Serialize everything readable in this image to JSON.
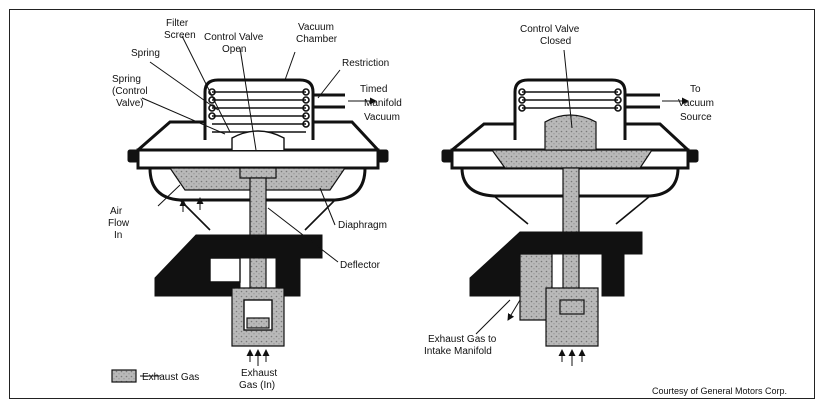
{
  "labels": {
    "filter_screen_1": "Filter",
    "filter_screen_2": "Screen",
    "control_valve_open_1": "Control Valve",
    "control_valve_open_2": "Open",
    "vacuum_chamber_1": "Vacuum",
    "vacuum_chamber_2": "Chamber",
    "spring": "Spring",
    "restriction": "Restriction",
    "spring_control_valve_1": "Spring",
    "spring_control_valve_2": "(Control",
    "spring_control_valve_3": "Valve)",
    "timed_manifold_vacuum_1": "Timed",
    "timed_manifold_vacuum_2": "Manifold",
    "timed_manifold_vacuum_3": "Vacuum",
    "air_flow_in_1": "Air",
    "air_flow_in_2": "Flow",
    "air_flow_in_3": "In",
    "diaphragm": "Diaphragm",
    "deflector": "Deflector",
    "exhaust_gas_in_1": "Exhaust",
    "exhaust_gas_in_2": "Gas (In)",
    "control_valve_closed_1": "Control Valve",
    "control_valve_closed_2": "Closed",
    "to_vacuum_source_1": "To",
    "to_vacuum_source_2": "Vacuum",
    "to_vacuum_source_3": "Source",
    "exhaust_gas_to_intake_1": "Exhaust Gas to",
    "exhaust_gas_to_intake_2": "Intake Manifold"
  },
  "legend": {
    "exhaust_gas": "Exhaust Gas"
  },
  "credit": "Courtesy of General Motors Corp."
}
